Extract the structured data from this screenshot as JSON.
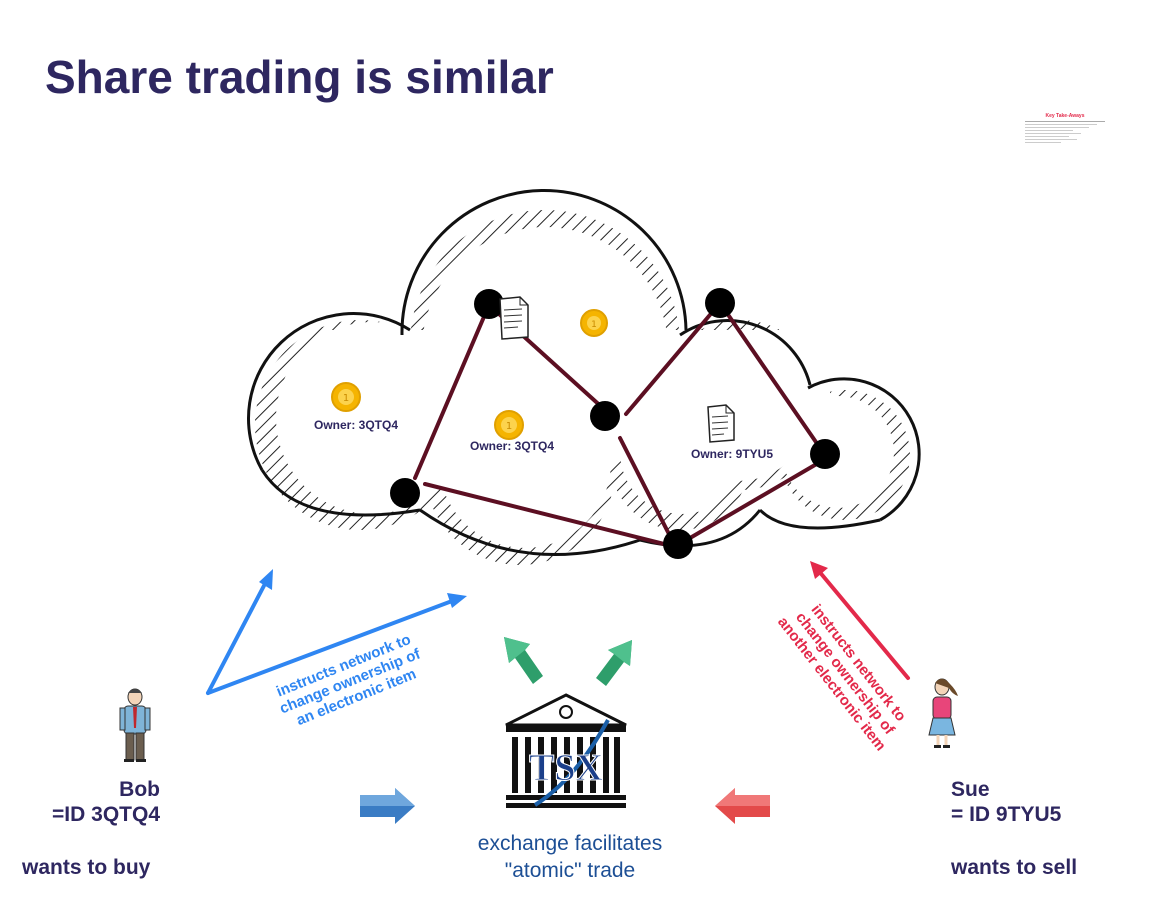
{
  "title": "Share trading is similar",
  "notes_thumbnail": {
    "title": "Key Take-Aways",
    "lines": []
  },
  "cloud": {
    "owners": [
      {
        "id": "owner-label-1",
        "text": "Owner: 3QTQ4"
      },
      {
        "id": "owner-label-2",
        "text": "Owner: 3QTQ4"
      },
      {
        "id": "owner-label-3",
        "text": "Owner: 9TYU5"
      }
    ]
  },
  "buyer": {
    "name": "Bob",
    "id_text": "=ID 3QTQ4",
    "intent": "wants to buy",
    "instruction": [
      "instructs network to",
      "change ownership of",
      "an electronic item"
    ]
  },
  "seller": {
    "name": "Sue",
    "id_text": "= ID 9TYU5",
    "intent": "wants to sell",
    "instruction": [
      "instructs network to",
      "change ownership of",
      "another electronic item"
    ]
  },
  "exchange": {
    "logo_text": "TSX",
    "caption_line1": "exchange facilitates",
    "caption_line2": "\"atomic\" trade"
  },
  "colors": {
    "title": "#2e2760",
    "network_edge": "#5c0f22",
    "buyer_arrow": "#2f86f2",
    "seller_arrow": "#e3294a",
    "green_arrow": "#2e9e6b",
    "exchange_text": "#1d4f95"
  }
}
